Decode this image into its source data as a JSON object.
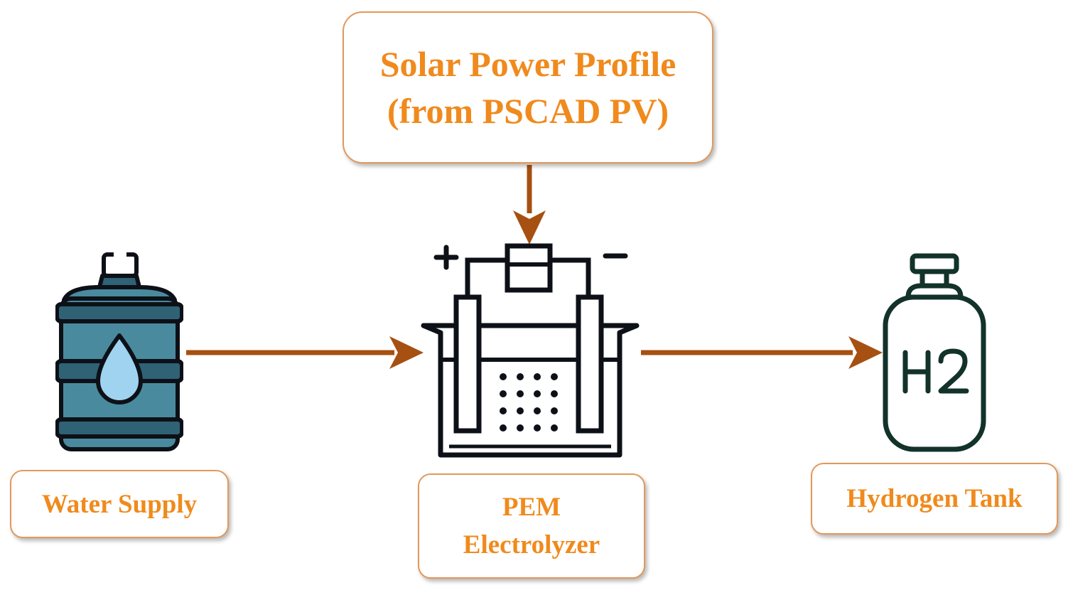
{
  "nodes": {
    "solar": {
      "line1": "Solar Power Profile",
      "line2": "(from PSCAD PV)"
    },
    "water": {
      "label": "Water Supply",
      "icon": "water-jug-icon"
    },
    "pem": {
      "line1": "PEM",
      "line2": "Electrolyzer",
      "icon": "electrolyzer-icon",
      "plus_sign": "+",
      "minus_sign": "−"
    },
    "tank": {
      "label": "Hydrogen Tank",
      "icon": "hydrogen-cylinder-icon",
      "icon_text": "H2"
    }
  },
  "edges": [
    {
      "from": "solar",
      "to": "pem"
    },
    {
      "from": "water",
      "to": "pem"
    },
    {
      "from": "pem",
      "to": "tank"
    }
  ],
  "colors": {
    "label_text": "#f08a1c",
    "box_border": "#e3985a",
    "arrow": "#a65011",
    "icon_outline": "#0d1117",
    "jug_body": "#4a8a9e",
    "jug_bands": "#2f6275",
    "water_drop": "#9fd3ef",
    "tank_outline": "#12322a"
  }
}
